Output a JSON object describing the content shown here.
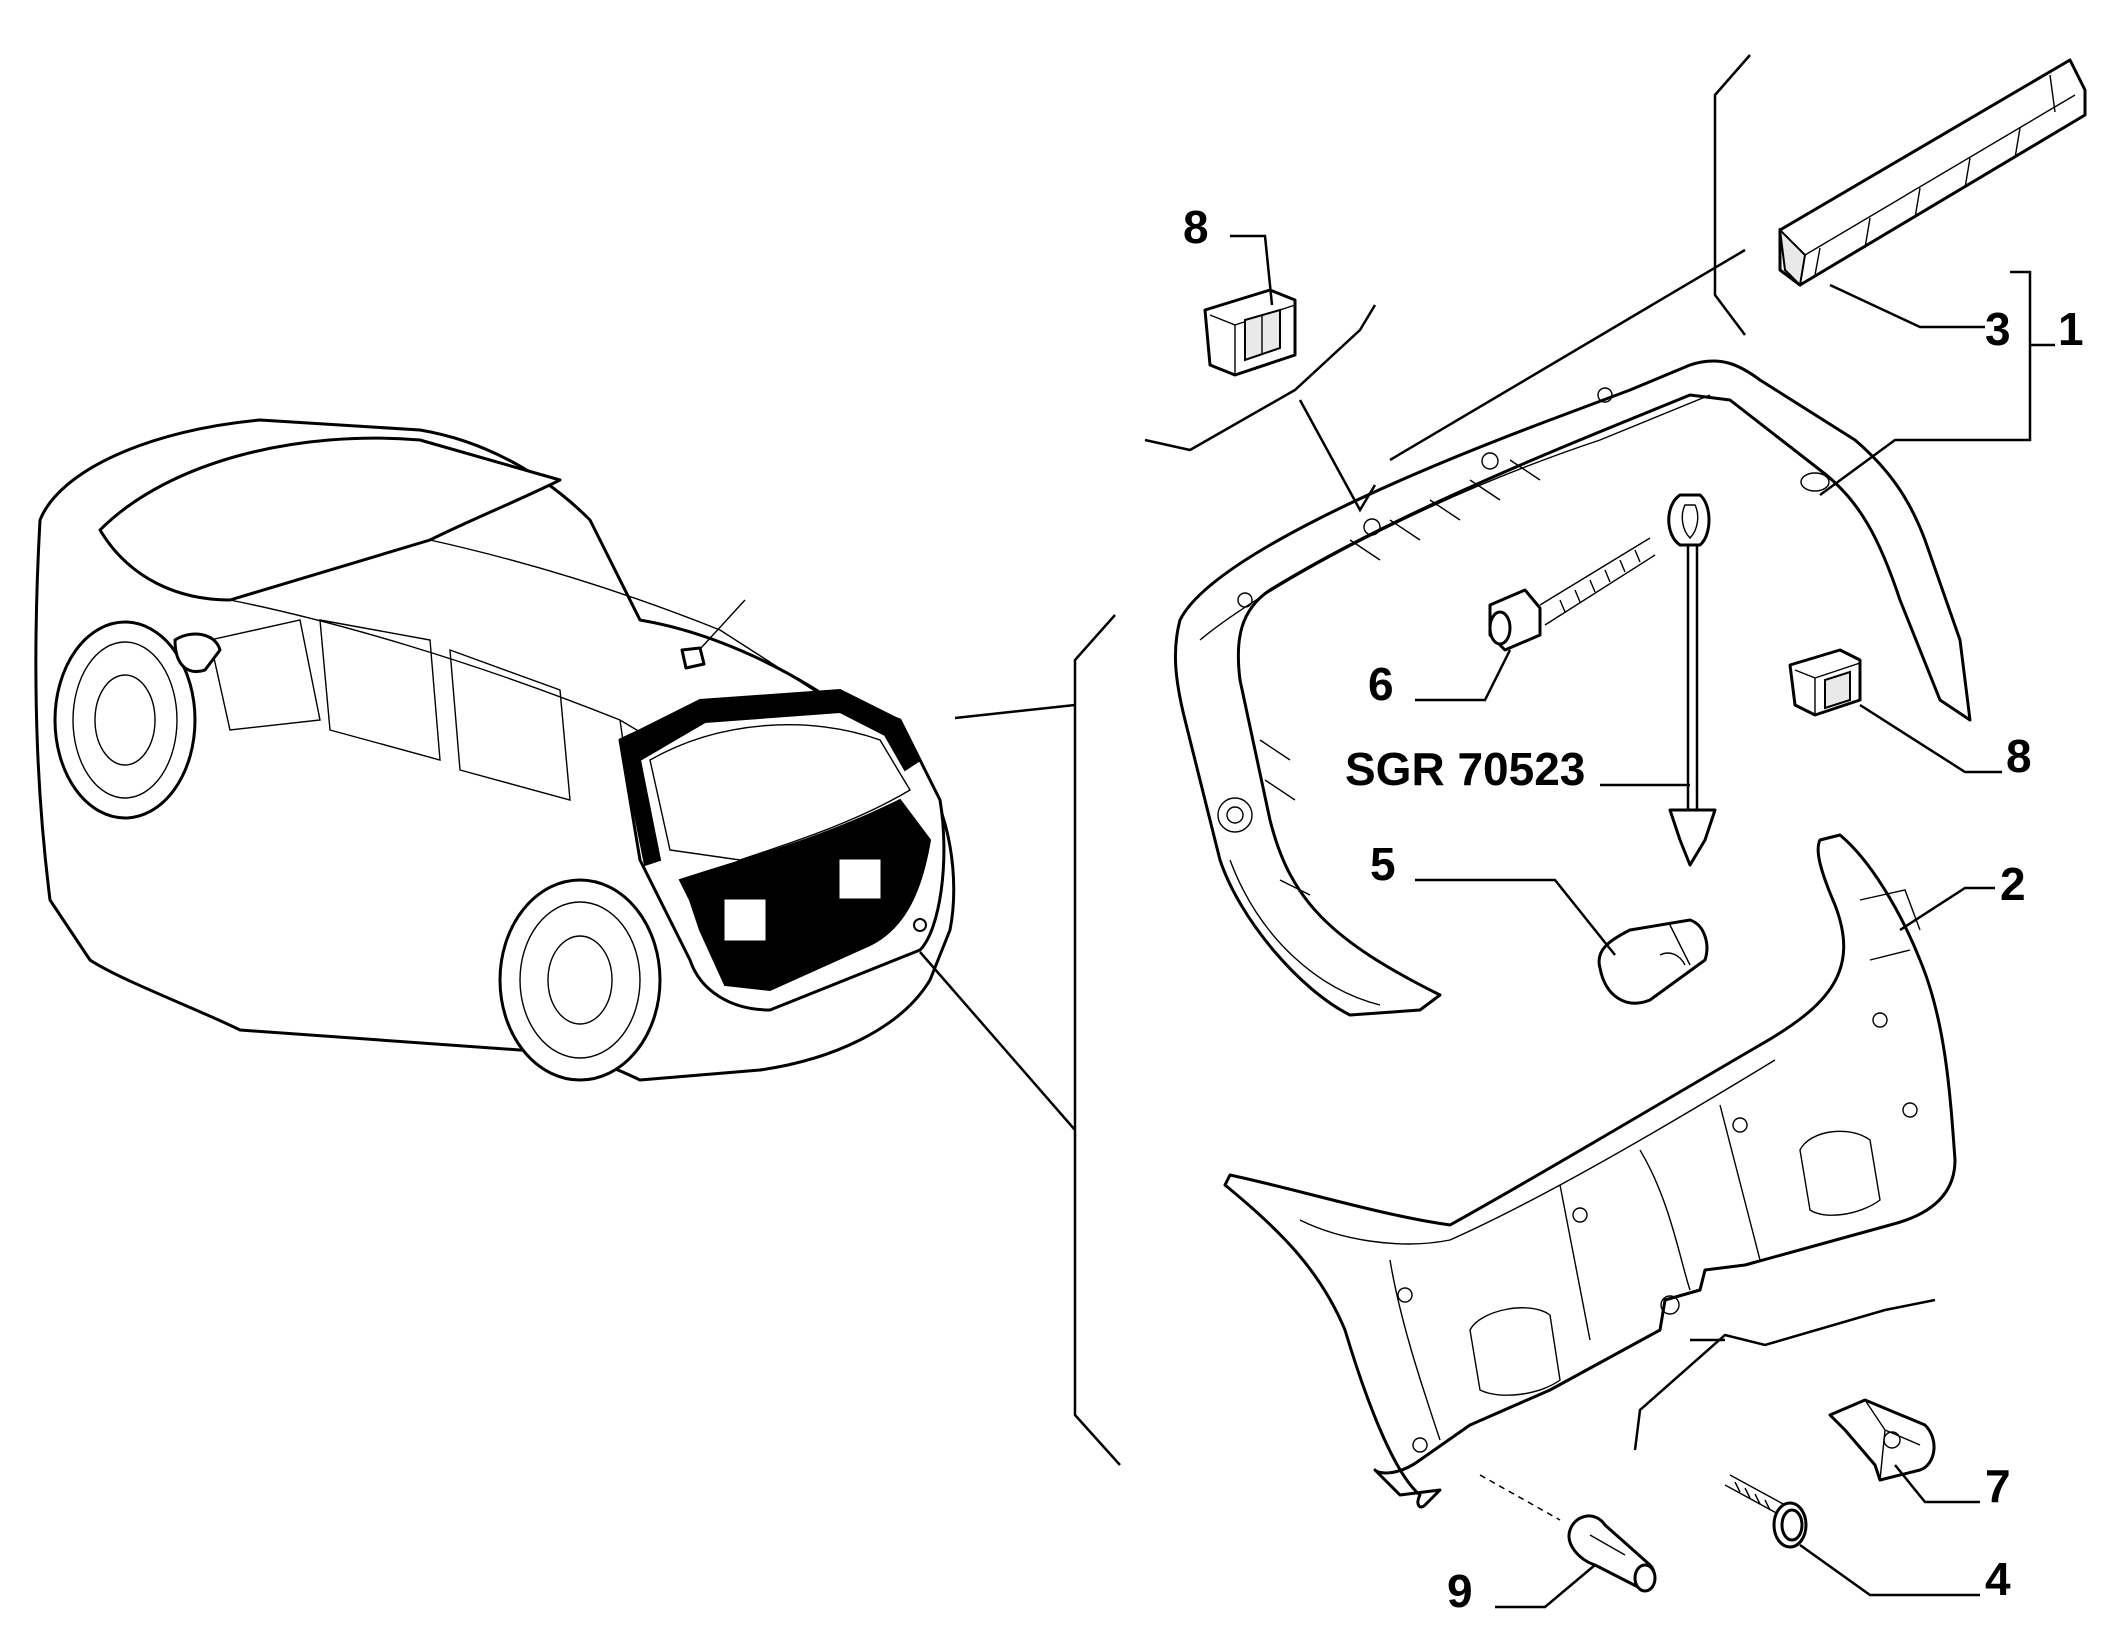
{
  "diagram": {
    "drawing_code": "SGR 70523",
    "callouts": [
      "8",
      "3",
      "1",
      "6",
      "8",
      "5",
      "2",
      "7",
      "4",
      "9"
    ]
  }
}
